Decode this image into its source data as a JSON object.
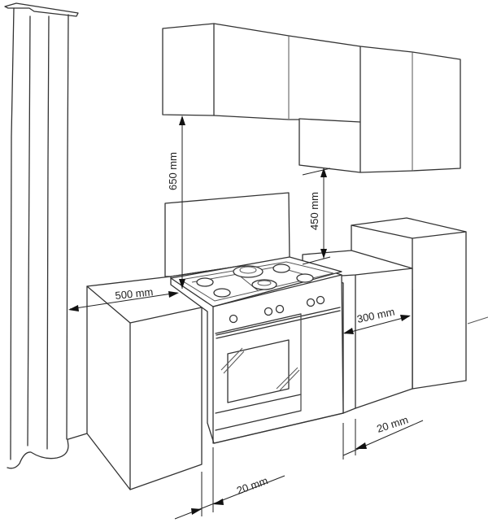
{
  "diagram": {
    "type": "installation-clearance-drawing",
    "subject": "freestanding gas cooker between kitchen cabinets",
    "dimensions": {
      "hood_clearance_main": "650 mm",
      "hood_clearance_side": "450 mm",
      "side_to_left_wall": "500 mm",
      "side_to_right_cabinet": "300 mm",
      "gap_right": "20 mm",
      "gap_bottom": "20 mm"
    },
    "components": [
      "curtain",
      "wall-cabinets",
      "left-base-cabinet",
      "cooker",
      "right-base-cabinet",
      "tall-cabinet"
    ],
    "stroke_color": "#333333",
    "background_color": "#ffffff"
  }
}
